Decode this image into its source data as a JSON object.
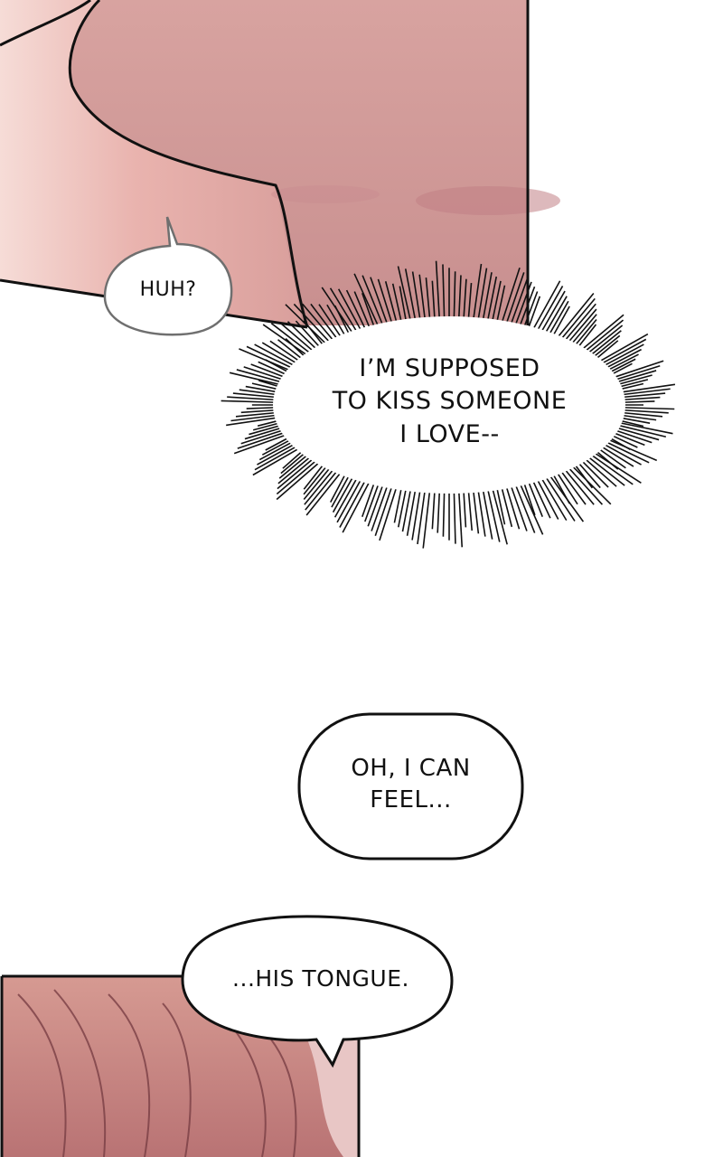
{
  "colors": {
    "skin_light": "#f3cfc9",
    "skin_mid": "#e0a7a2",
    "skin_shadow": "#c98c8c",
    "hair": "#c98a82",
    "ink": "#111111",
    "bubble_outline_gray": "#6f6f6f"
  },
  "bubbles": {
    "huh": {
      "text": "HUH?"
    },
    "shout": {
      "line1": "I’M SUPPOSED",
      "line2": "TO KISS SOMEONE",
      "line3": "I LOVE--"
    },
    "feel": {
      "line1": "OH, I CAN",
      "line2": "FEEL..."
    },
    "tongue": {
      "text": "...HIS TONGUE."
    }
  },
  "icons": {
    "shout_bubble": "spiky-burst-bubble-icon"
  }
}
